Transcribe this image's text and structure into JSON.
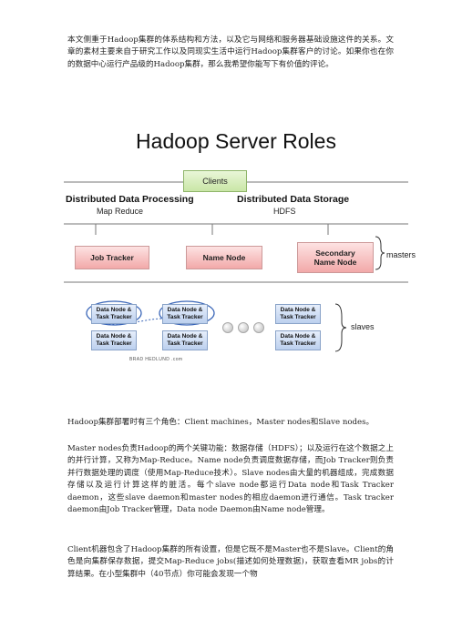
{
  "intro": "本文侧重于Hadoop集群的体系结构和方法，以及它与网络和服务器基础设施这件的关系。文章的素材主要来自于研究工作以及同现实生活中运行Hadoop集群客户的讨论。如果你也在你的数据中心运行产品级的Hadoop集群，那么我希望你能写下有价值的评论。",
  "diagram": {
    "title": "Hadoop Server Roles",
    "clients": "Clients",
    "processing": {
      "heading": "Distributed Data Processing",
      "sub": "Map Reduce"
    },
    "storage": {
      "heading": "Distributed Data Storage",
      "sub": "HDFS"
    },
    "masters": {
      "job_tracker": "Job Tracker",
      "name_node": "Name Node",
      "secondary_line1": "Secondary",
      "secondary_line2": "Name Node"
    },
    "data_node_line1": "Data Node &",
    "data_node_line2": "Task Tracker",
    "masters_label": "masters",
    "slaves_label": "slaves",
    "credit": "BRAD HEDLUND .com",
    "colors": {
      "master_fill": "#f2a9a9",
      "slave_fill": "#bcd0ee",
      "clients_fill": "#c9e6a6",
      "highlight": "#3a66b8"
    }
  },
  "roles": "Hadoop集群部署时有三个角色：Client machines，Master nodes和Slave nodes。",
  "master_para": "Master nodes负责Hadoop的两个关键功能：数据存储（HDFS）；以及运行在这个数据之上的并行计算，又称为Map-Reduce。Name node负责调度数据存储，而Job Tracker则负责并行数据处理的调度（使用Map-Reduce技术）。Slave nodes由大量的机器组成，完成数据存储以及运行计算这样的脏活。每个slave node都运行Data node和Task Tracker daemon，这些slave daemon和master nodes的相应daemon进行通信。Task tracker daemon由Job Tracker管理，Data node Daemon由Name node管理。",
  "client_para": "Client机器包含了Hadoop集群的所有设置，但是它既不是Master也不是Slave。Client的角色是向集群保存数据，提交Map-Reduce jobs(描述如何处理数据)，获取查看MR jobs的计算结果。在小型集群中（40节点）你可能会发现一个物"
}
